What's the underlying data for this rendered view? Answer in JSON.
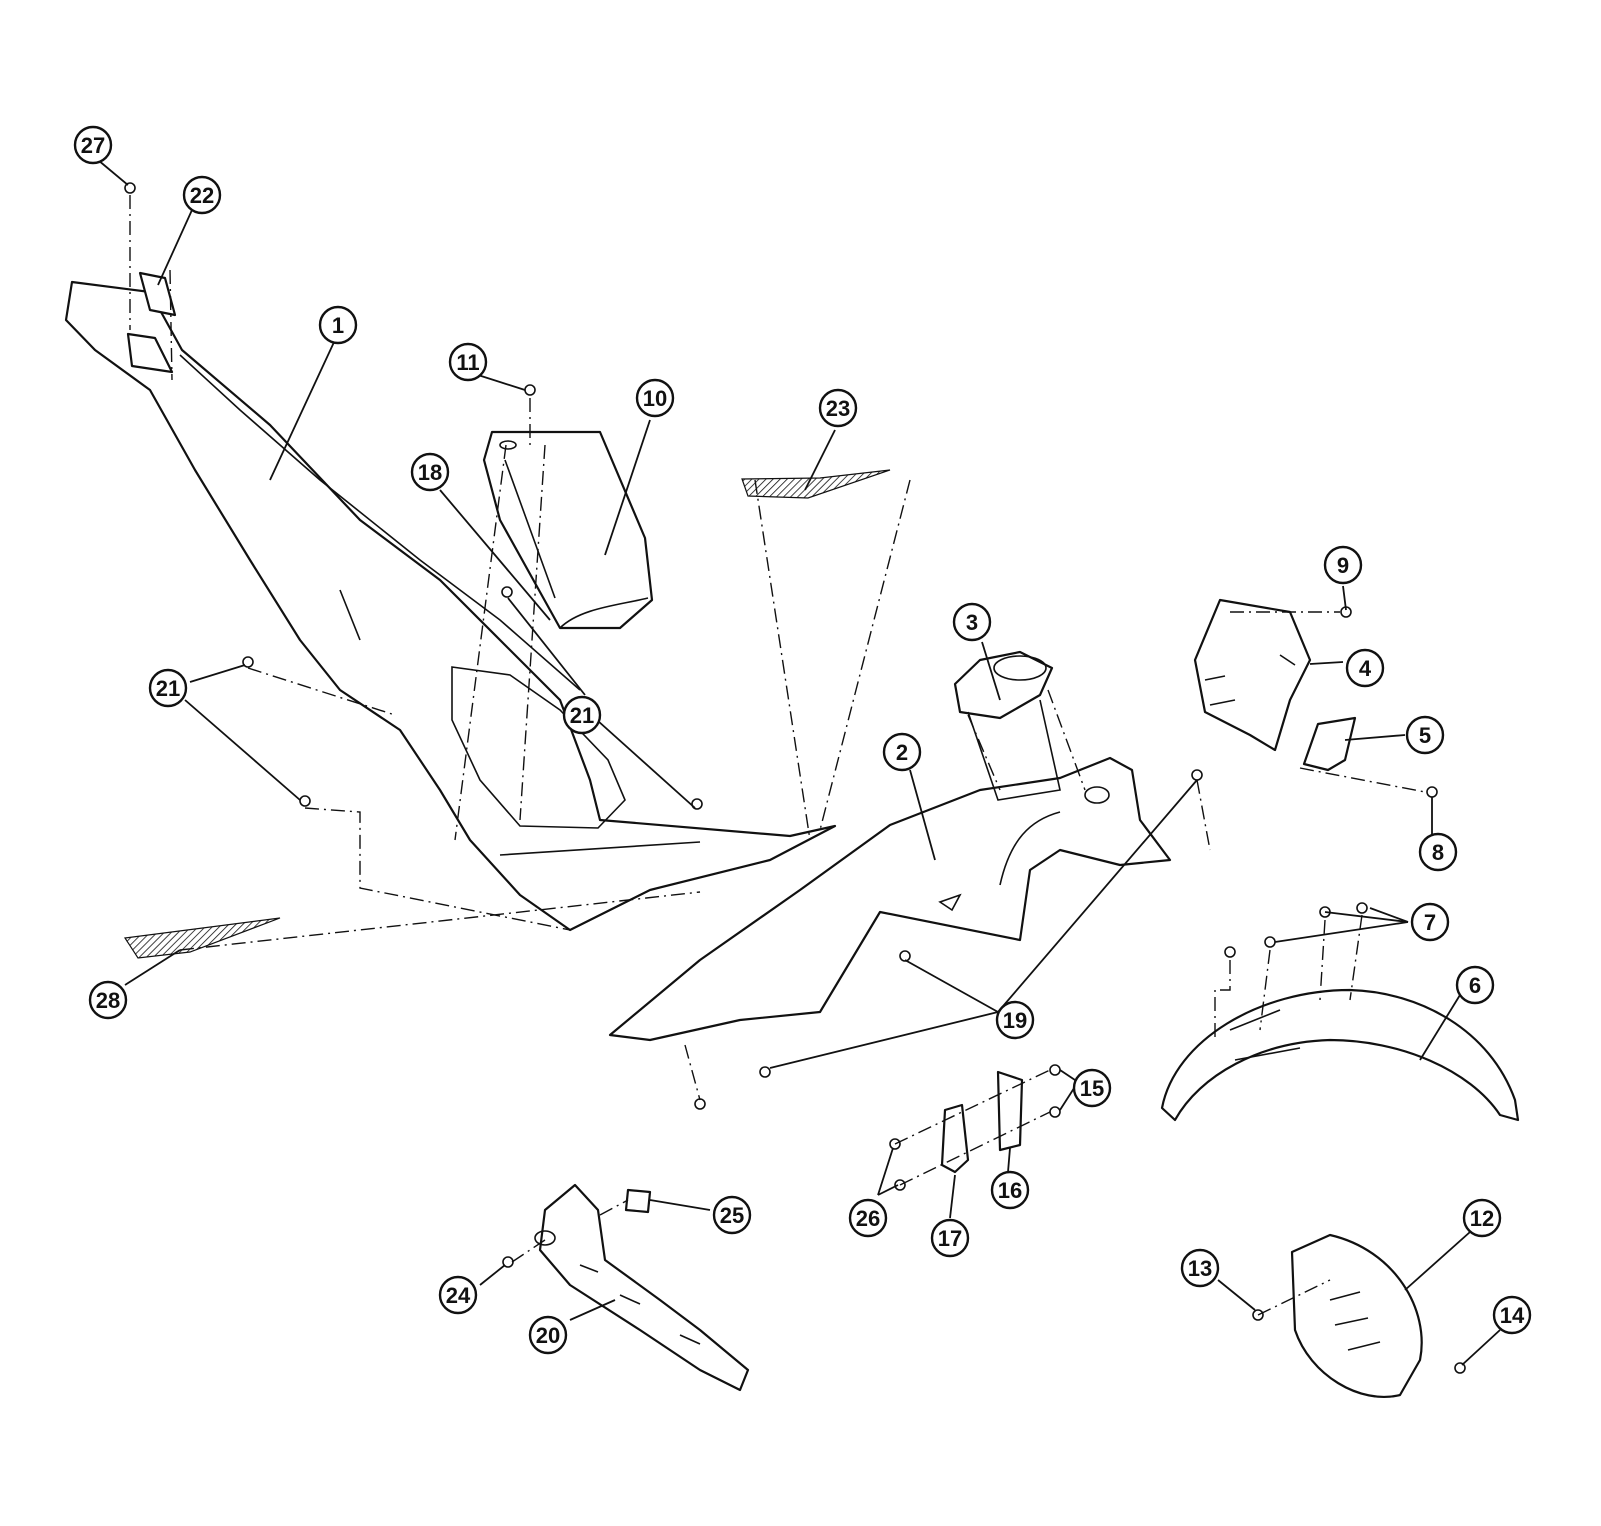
{
  "diagram": {
    "colors": {
      "ink": "#111111",
      "paper": "#ffffff"
    },
    "callouts": [
      "1",
      "2",
      "3",
      "4",
      "5",
      "6",
      "7",
      "8",
      "9",
      "10",
      "11",
      "12",
      "13",
      "14",
      "15",
      "16",
      "17",
      "18",
      "19",
      "20",
      "21",
      "22",
      "23",
      "24",
      "25",
      "26",
      "27",
      "28"
    ]
  }
}
